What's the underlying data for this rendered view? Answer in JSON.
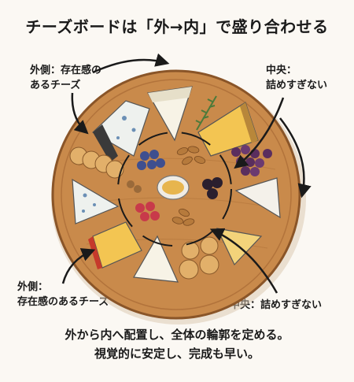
{
  "title": "チーズボードは「外→内」で盛り合わせる",
  "labels": {
    "outer_top_left": [
      "外側：存在感の",
      "あるチーズ"
    ],
    "center_top_right": [
      "中央：",
      "詰めすぎない"
    ],
    "outer_bottom_left": [
      "外側：",
      "存在感のあるチーズ"
    ],
    "center_bottom_right": "中央：詰めすぎない"
  },
  "caption": {
    "line1": "外から内へ配置し、全体の輪郭を定める。",
    "line2": "視覚的に安定し、完成も早い。"
  },
  "colors": {
    "board": "#c98a4b",
    "board_rim": "#8a5528",
    "arrow": "#1a1a1a"
  }
}
